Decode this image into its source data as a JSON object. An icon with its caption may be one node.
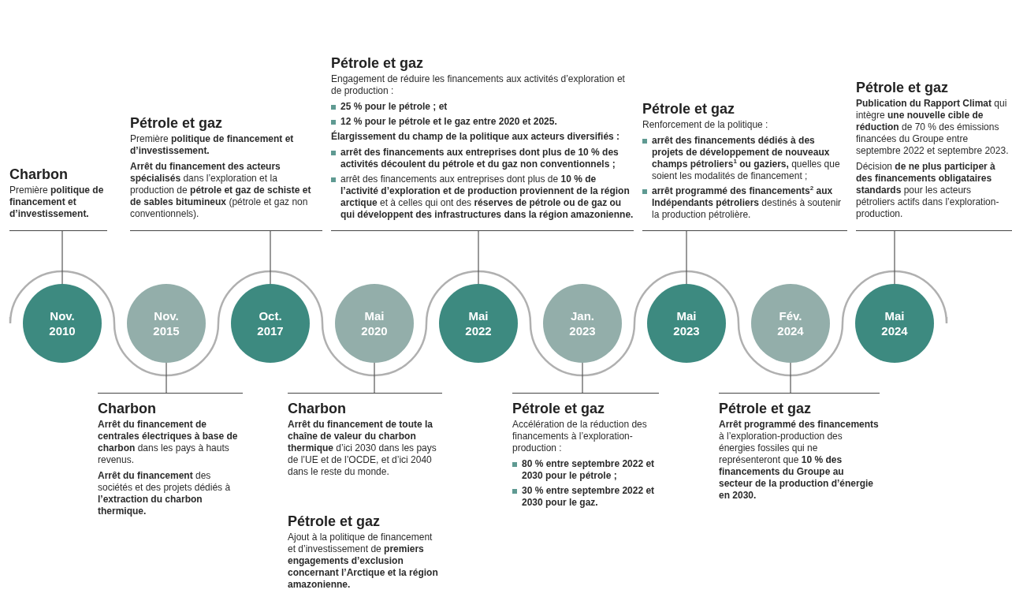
{
  "diagram": {
    "nodes": [
      {
        "text": [
          "Nov. 2010"
        ]
      },
      {
        "text": [
          "Nov. 2015"
        ]
      },
      {
        "text": [
          "Oct. 2017"
        ]
      },
      {
        "text": [
          "Mai 2020"
        ]
      },
      {
        "text": [
          "Mai 2022"
        ]
      },
      {
        "text": [
          "Jan. 2023"
        ]
      },
      {
        "text": [
          "Mai 2023"
        ]
      },
      {
        "text": [
          "Fév. 2024"
        ]
      },
      {
        "text": [
          "Mai 2024"
        ]
      },
      {
        "text": [
          "Charbon",
          "Première **politique de financement et d’investissement.**"
        ]
      },
      {
        "text": [
          "Charbon",
          "**Arrêt du financement de centrales électriques à base de charbon** dans les pays à hauts revenus.",
          "**Arrêt du financement** des sociétés et des projets dédiés à **l’extraction du charbon thermique.**"
        ]
      },
      {
        "text": [
          "Pétrole et gaz",
          "Première **politique de financement et d’investissement.**",
          "**Arrêt du financement des acteurs spécialisés** dans l’exploration et la production de **pétrole et gaz de schiste et de sables bitumineux** (pétrole et gaz non conventionnels)."
        ]
      },
      {
        "text": [
          "Charbon",
          "**Arrêt du financement de toute la chaîne de valeur du charbon thermique** d’ici 2030 dans les pays de l’UE et de l’OCDE, et d’ici 2040 dans le reste du monde."
        ]
      },
      {
        "text": [
          "Pétrole et gaz",
          "Ajout à la politique de financement et d’investissement de **premiers engagements d’exclusion concernant l’Arctique et la région amazonienne.**"
        ]
      },
      {
        "text": [
          "Pétrole et gaz",
          "Engagement de réduire les financements aux activités d’exploration et de production :",
          "25 % pour le pétrole ; et",
          "12 % pour le pétrole et le gaz entre 2020 et 2025.",
          "Élargissement du champ de la politique aux acteurs diversifiés :",
          "arrêt des financements aux entreprises dont plus de 10 % des activités découlent du pétrole et du gaz non conventionnels ;",
          "arrêt des financements aux entreprises dont plus de **10 % de l’activité d’exploration et de production proviennent de la région arctique** et à celles qui ont des **réserves de pétrole ou de gaz ou qui développent des infrastructures dans la région amazonienne.**"
        ]
      },
      {
        "text": [
          "Pétrole et gaz",
          "Accélération de la réduction des financements à l’exploration-production :",
          "80 % entre septembre 2022 et 2030 pour le pétrole ;",
          "30 % entre septembre 2022 et 2030 pour le gaz."
        ]
      },
      {
        "text": [
          "Pétrole et gaz",
          "Renforcement de la politique :",
          "**arrêt des financements dédiés à des projets de développement de nouveaux champs pétroliers$^{1}$ ou gaziers,** quelles que soient les modalités de financement ;",
          "**arrêt programmé des financements$^{2}$ aux Indépendants pétroliers** destinés à soutenir la production pétrolière."
        ]
      },
      {
        "text": [
          "Pétrole et gaz",
          "**Arrêt programmé des financements** à l’exploration-production des énergies fossiles qui ne représenteront que **10 % des financements du Groupe au secteur de la production d’énergie en 2030.**"
        ]
      },
      {
        "text": [
          "Pétrole et gaz",
          "**Publication du Rapport Climat** qui intègre **une nouvelle cible de réduction** de 70 % des émissions financées du Groupe entre septembre 2022 et septembre 2023.",
          "Décision **de ne plus participer à des financements obligataires standards** pour les acteurs pétroliers actifs dans l’exploration-production."
        ]
      }
    ],
    "edges": [
      {
        "from": 0,
        "to": 9,
        "arrow": "none"
      },
      {
        "from": 1,
        "to": 10,
        "arrow": "none"
      },
      {
        "from": 2,
        "to": 11,
        "arrow": "none"
      },
      {
        "from": 3,
        "to": 12,
        "arrow": "none"
      },
      {
        "from": 4,
        "to": 14,
        "arrow": "none"
      },
      {
        "from": 5,
        "to": 15,
        "arrow": "none"
      },
      {
        "from": 6,
        "to": 16,
        "arrow": "none"
      },
      {
        "from": 7,
        "to": 17,
        "arrow": "none"
      },
      {
        "from": 8,
        "to": 18,
        "arrow": "none"
      }
    ]
  }
}
